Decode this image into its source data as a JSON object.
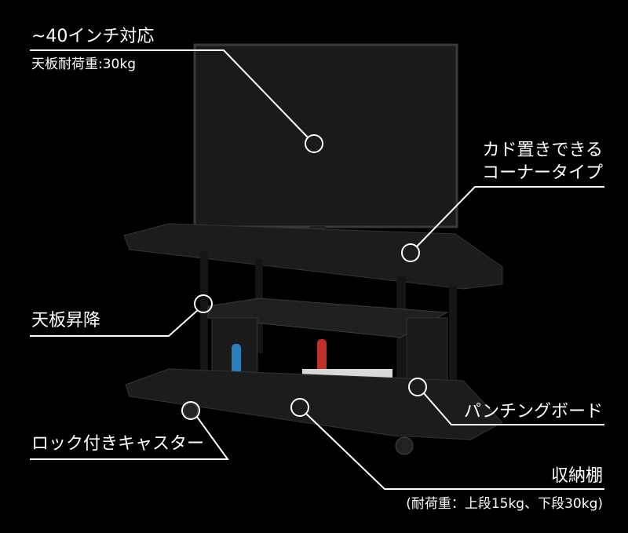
{
  "callouts": {
    "tv_support": {
      "title": "~40インチ対応",
      "sub": "天板耐荷重:30kg"
    },
    "corner": {
      "line1": "カド置きできる",
      "line2": "コーナータイプ"
    },
    "lift": {
      "title": "天板昇降"
    },
    "punching": {
      "title": "パンチングボード"
    },
    "caster": {
      "title": "ロック付きキャスター"
    },
    "storage": {
      "title": "収納棚",
      "sub": "(耐荷重：上段15kg、下段30kg)"
    }
  },
  "colors": {
    "background": "#000000",
    "text": "#ffffff",
    "furniture": "#1c1c1c"
  }
}
